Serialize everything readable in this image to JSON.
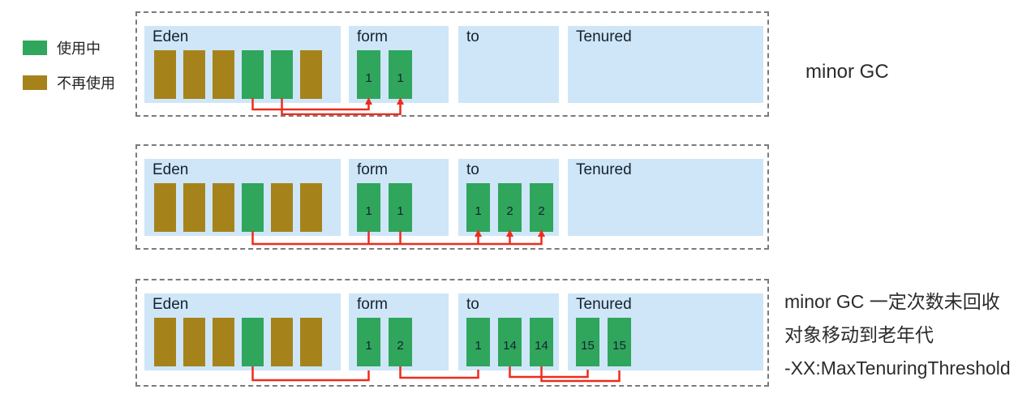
{
  "colors": {
    "used": "#2fa65c",
    "unused": "#a6831a",
    "region": "#cee6f8",
    "arrow": "#ed2c1d",
    "dash": "#7b7b7b",
    "text": "#16222e"
  },
  "legend": {
    "items": [
      {
        "id": "used",
        "label": "使用中"
      },
      {
        "id": "unused",
        "label": "不再使用"
      }
    ]
  },
  "rows": [
    {
      "id": "stage-1",
      "note_lines": [
        "minor GC"
      ],
      "sections": [
        {
          "label": "Eden",
          "bars": [
            {
              "state": "unused",
              "age": ""
            },
            {
              "state": "unused",
              "age": ""
            },
            {
              "state": "unused",
              "age": ""
            },
            {
              "state": "used",
              "age": ""
            },
            {
              "state": "used",
              "age": ""
            },
            {
              "state": "unused",
              "age": ""
            }
          ]
        },
        {
          "label": "form",
          "bars": [
            {
              "state": "used",
              "age": "1"
            },
            {
              "state": "used",
              "age": "1"
            }
          ]
        },
        {
          "label": "to",
          "bars": []
        },
        {
          "label": "Tenured",
          "bars": []
        }
      ]
    },
    {
      "id": "stage-2",
      "note_lines": [],
      "sections": [
        {
          "label": "Eden",
          "bars": [
            {
              "state": "unused",
              "age": ""
            },
            {
              "state": "unused",
              "age": ""
            },
            {
              "state": "unused",
              "age": ""
            },
            {
              "state": "used",
              "age": ""
            },
            {
              "state": "unused",
              "age": ""
            },
            {
              "state": "unused",
              "age": ""
            }
          ]
        },
        {
          "label": "form",
          "bars": [
            {
              "state": "used",
              "age": "1"
            },
            {
              "state": "used",
              "age": "1"
            }
          ]
        },
        {
          "label": "to",
          "bars": [
            {
              "state": "used",
              "age": "1"
            },
            {
              "state": "used",
              "age": "2"
            },
            {
              "state": "used",
              "age": "2"
            }
          ]
        },
        {
          "label": "Tenured",
          "bars": []
        }
      ]
    },
    {
      "id": "stage-3",
      "note_lines": [
        "minor GC 一定次数未回收",
        "对象移动到老年代",
        "-XX:MaxTenuringThreshold"
      ],
      "sections": [
        {
          "label": "Eden",
          "bars": [
            {
              "state": "unused",
              "age": ""
            },
            {
              "state": "unused",
              "age": ""
            },
            {
              "state": "unused",
              "age": ""
            },
            {
              "state": "used",
              "age": ""
            },
            {
              "state": "unused",
              "age": ""
            },
            {
              "state": "unused",
              "age": ""
            }
          ]
        },
        {
          "label": "form",
          "bars": [
            {
              "state": "used",
              "age": "1"
            },
            {
              "state": "used",
              "age": "2"
            }
          ]
        },
        {
          "label": "to",
          "bars": [
            {
              "state": "used",
              "age": "1"
            },
            {
              "state": "used",
              "age": "14"
            },
            {
              "state": "used",
              "age": "14"
            }
          ]
        },
        {
          "label": "Tenured",
          "bars": [
            {
              "state": "used",
              "age": "15"
            },
            {
              "state": "used",
              "age": "15"
            }
          ]
        }
      ]
    }
  ]
}
